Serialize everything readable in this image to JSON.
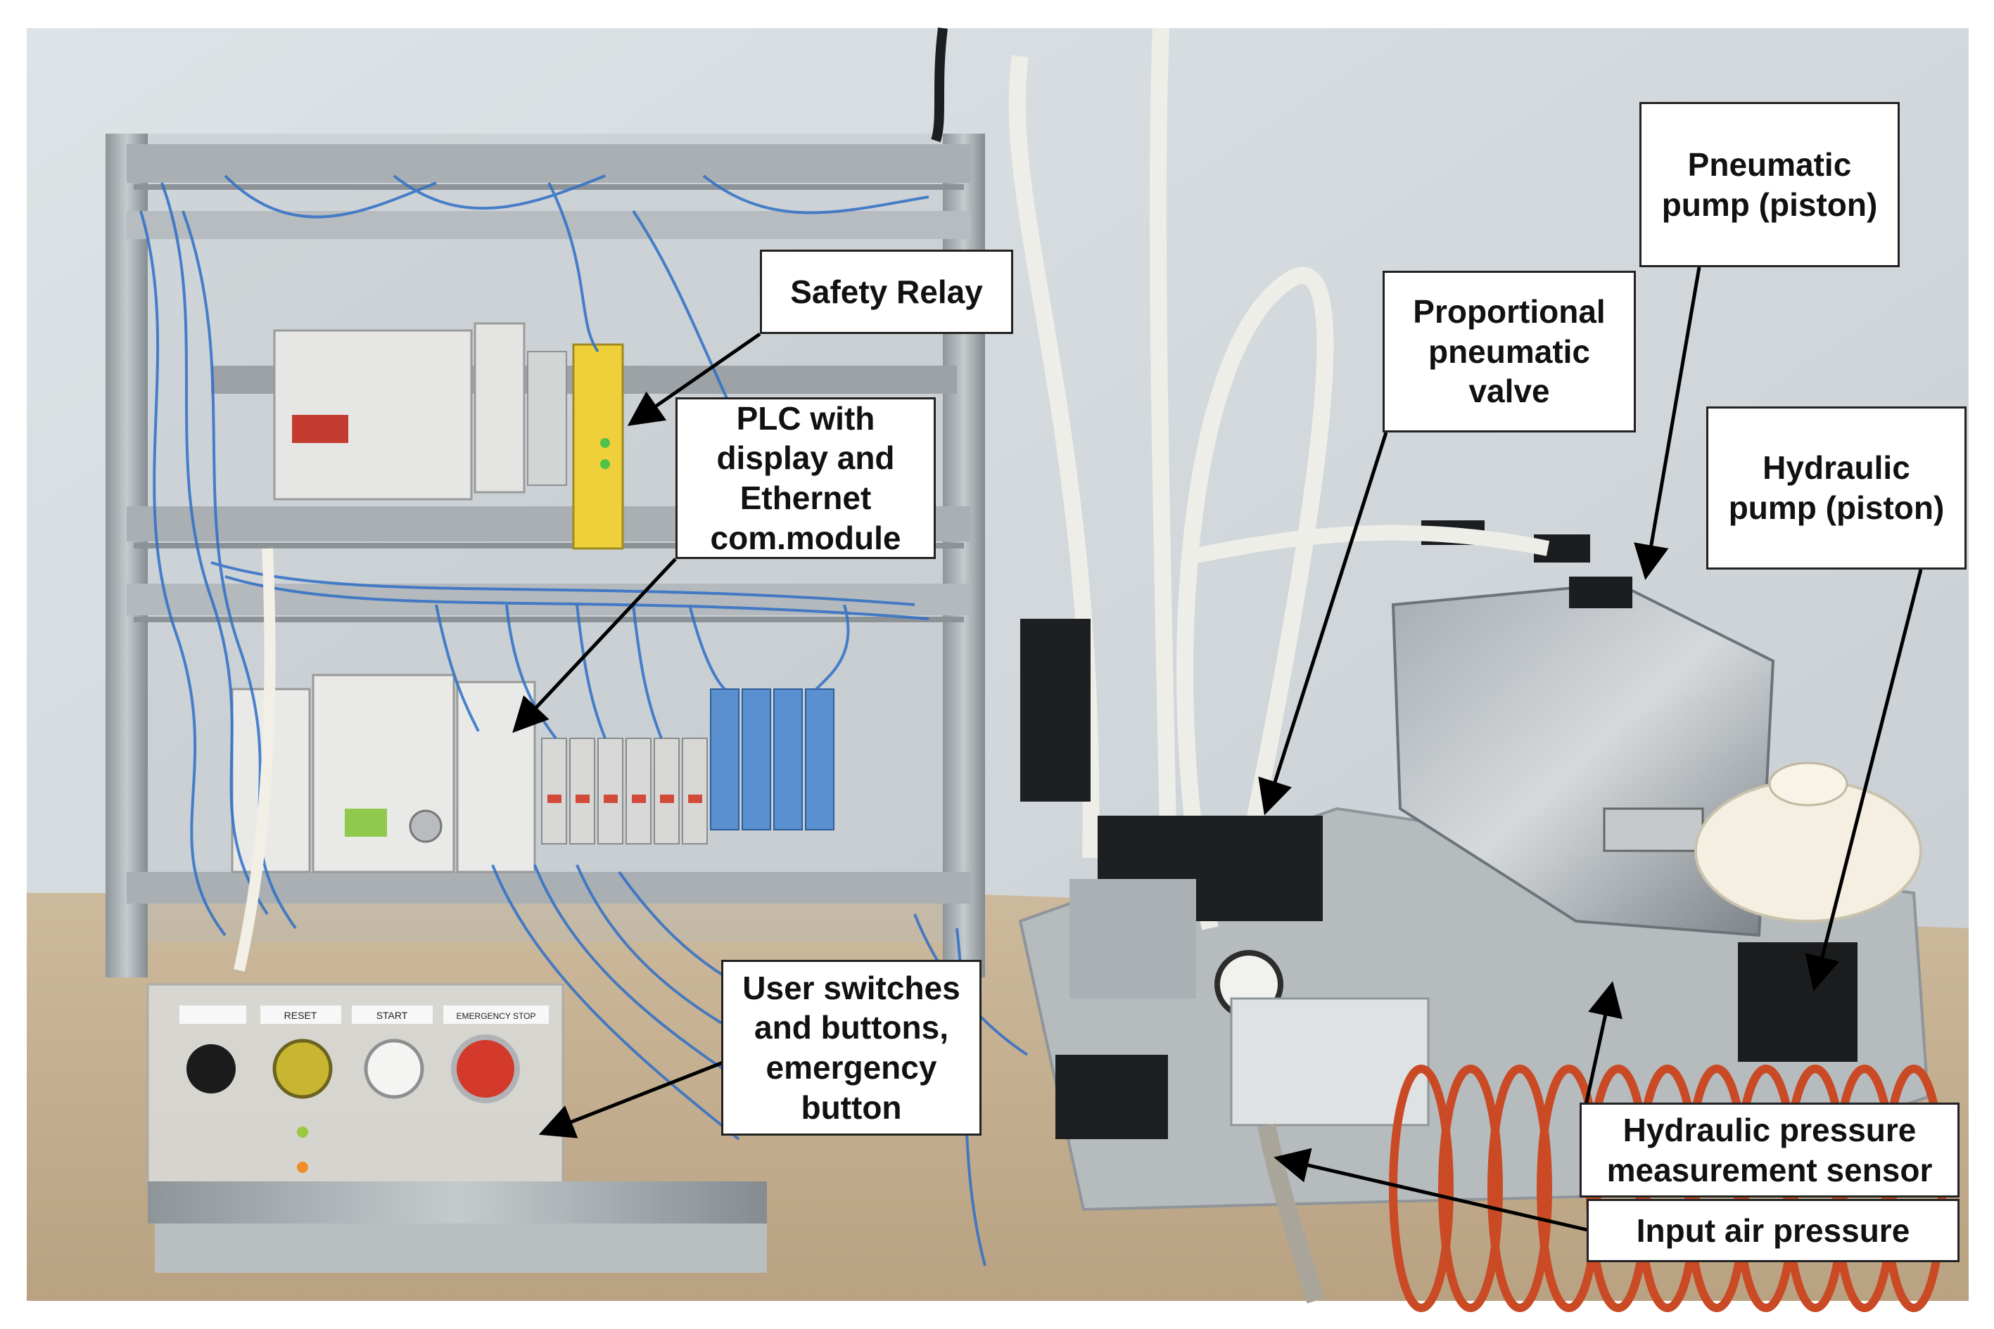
{
  "colors": {
    "wall": "#d2d8dc",
    "table": "#c9b59a",
    "cable_blue": "#2f6fc6",
    "rack_metal": "#9aa0a3",
    "relay_yellow": "#f2d43a",
    "tube_red": "#c94a24",
    "callout_border": "#222222",
    "arrow": "#000000"
  },
  "callouts": [
    {
      "id": "safety-relay",
      "lines": [
        "Safety Relay"
      ]
    },
    {
      "id": "plc",
      "lines": [
        "PLC with",
        "display and",
        "Ethernet",
        "com.module"
      ]
    },
    {
      "id": "prop-valve",
      "lines": [
        "Proportional",
        "pneumatic",
        "valve"
      ]
    },
    {
      "id": "pneumatic-pump",
      "lines": [
        "Pneumatic",
        "pump (piston)"
      ]
    },
    {
      "id": "hydraulic-pump",
      "lines": [
        "Hydraulic",
        "pump (piston)"
      ]
    },
    {
      "id": "user-switches",
      "lines": [
        "User switches",
        "and buttons,",
        "emergency",
        "button"
      ]
    },
    {
      "id": "hydraulic-sensor",
      "lines": [
        "Hydraulic pressure",
        "measurement sensor"
      ]
    },
    {
      "id": "input-air",
      "lines": [
        "Input air pressure"
      ]
    }
  ],
  "panel_labels": [
    "RESET",
    "START",
    "EMERGENCY STOP"
  ]
}
